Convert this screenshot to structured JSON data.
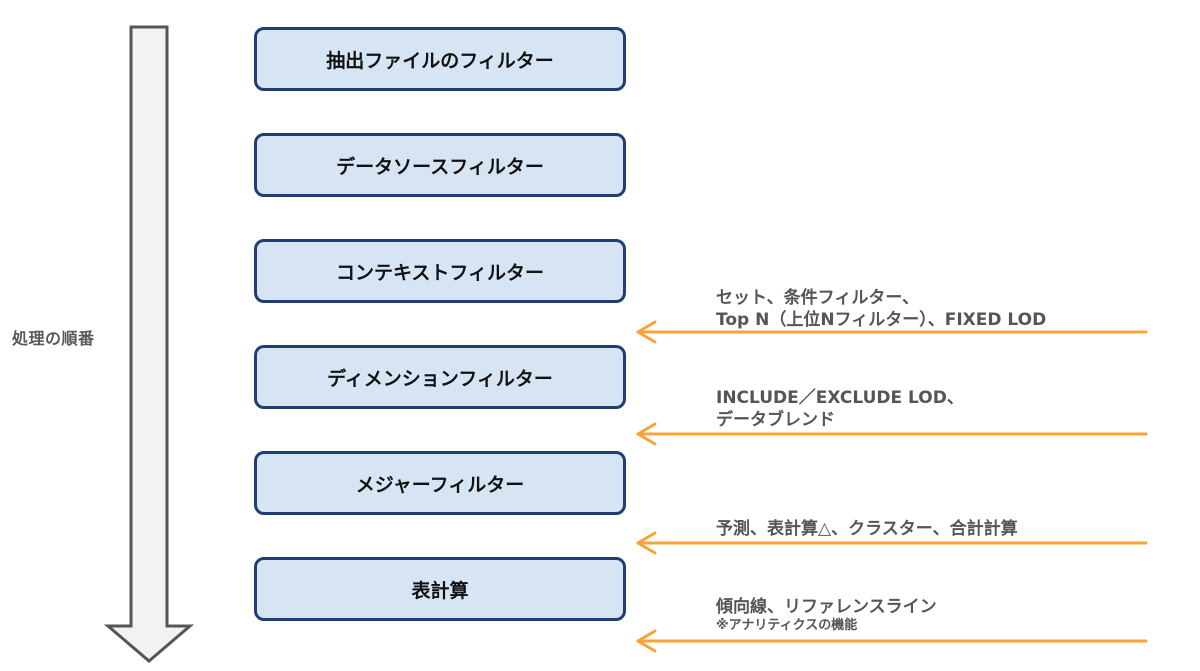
{
  "diagram": {
    "order_label": "処理の順番",
    "steps": [
      "抽出ファイルのフィルター",
      "データソースフィルター",
      "コンテキストフィルター",
      "ディメンションフィルター",
      "メジャーフィルター",
      "表計算"
    ],
    "notes": [
      {
        "line1": "セット、条件フィルター、",
        "line2": "Top N（上位Nフィルター）、FIXED LOD"
      },
      {
        "line1": "INCLUDE／EXCLUDE LOD、",
        "line2": "データブレンド"
      },
      {
        "line1": "予測、表計算△、クラスター、合計計算"
      },
      {
        "line1": "傾向線、リファレンスライン",
        "line2": "※アナリティクスの機能"
      }
    ],
    "colors": {
      "box_fill": "#d6e4f3",
      "box_border": "#1f3f73",
      "note_arrow": "#f6a43a",
      "order_arrow_fill": "#f2f2f2",
      "order_arrow_stroke": "#555555"
    }
  }
}
